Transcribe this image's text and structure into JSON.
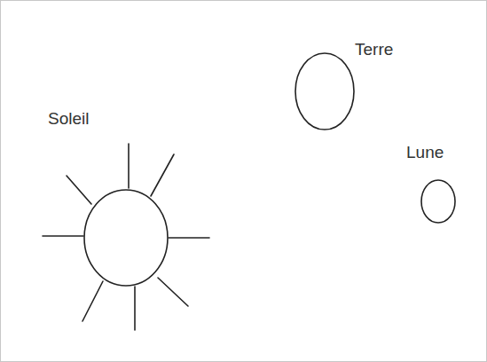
{
  "diagram": {
    "nodes": [
      {
        "text": [
          "Soleil"
        ]
      },
      {
        "text": [
          "Terre"
        ]
      },
      {
        "text": [
          "Lune"
        ]
      }
    ]
  }
}
